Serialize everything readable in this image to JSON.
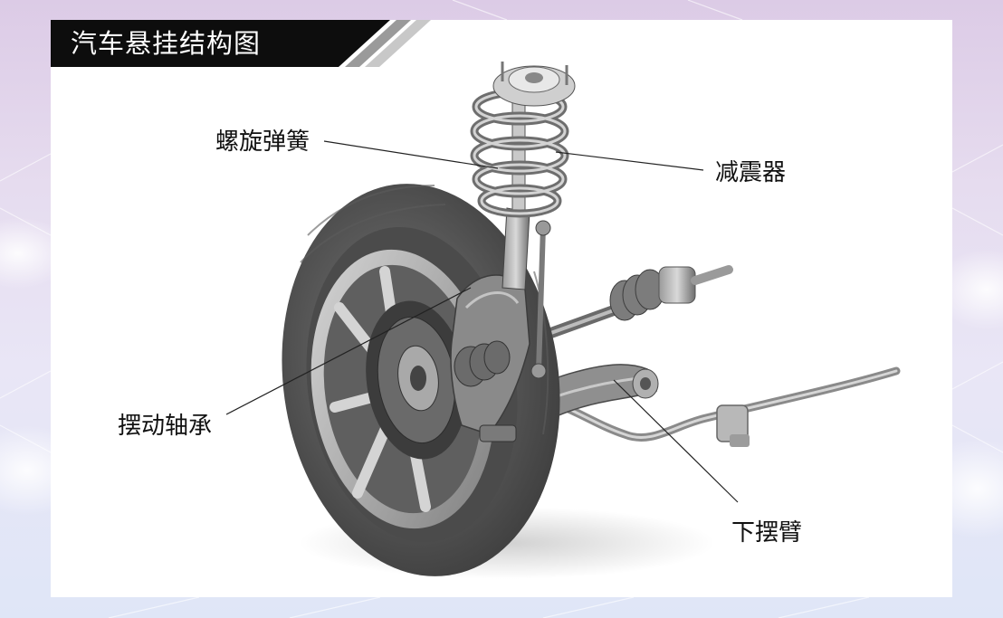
{
  "title": "汽车悬挂结构图",
  "labels": {
    "coil_spring": "螺旋弹簧",
    "shock_absorber": "减震器",
    "swing_bearing": "摆动轴承",
    "lower_arm": "下摆臂"
  },
  "colors": {
    "title_bg": "#0d0d0d",
    "title_accent": "#9a9a9a",
    "background": "#e4dcef",
    "panel": "#ffffff"
  }
}
